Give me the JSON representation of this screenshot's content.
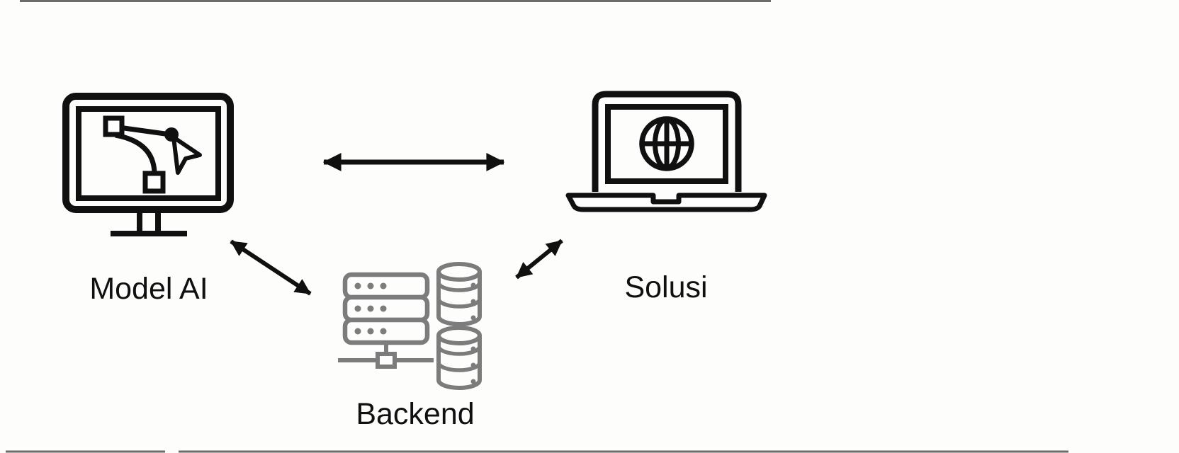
{
  "diagram": {
    "nodes": [
      {
        "id": "model-ai",
        "label": "Model AI",
        "icon": "monitor-pen-tool-icon"
      },
      {
        "id": "solusi",
        "label": "Solusi",
        "icon": "laptop-globe-icon"
      },
      {
        "id": "backend",
        "label": "Backend",
        "icon": "server-database-icon"
      }
    ],
    "edges": [
      {
        "from": "Model AI",
        "to": "Solusi",
        "style": "bidirectional-arrow",
        "direction": "horizontal"
      },
      {
        "from": "Model AI",
        "to": "Backend",
        "style": "bidirectional-arrow",
        "direction": "diagonal-down-right"
      },
      {
        "from": "Backend",
        "to": "Solusi",
        "style": "bidirectional-arrow",
        "direction": "diagonal-up-right"
      }
    ]
  },
  "colors": {
    "bg": "#fdfdfc",
    "ink": "#101010",
    "gray": "#7c7c7c",
    "artifact": "#2f2f2f"
  }
}
